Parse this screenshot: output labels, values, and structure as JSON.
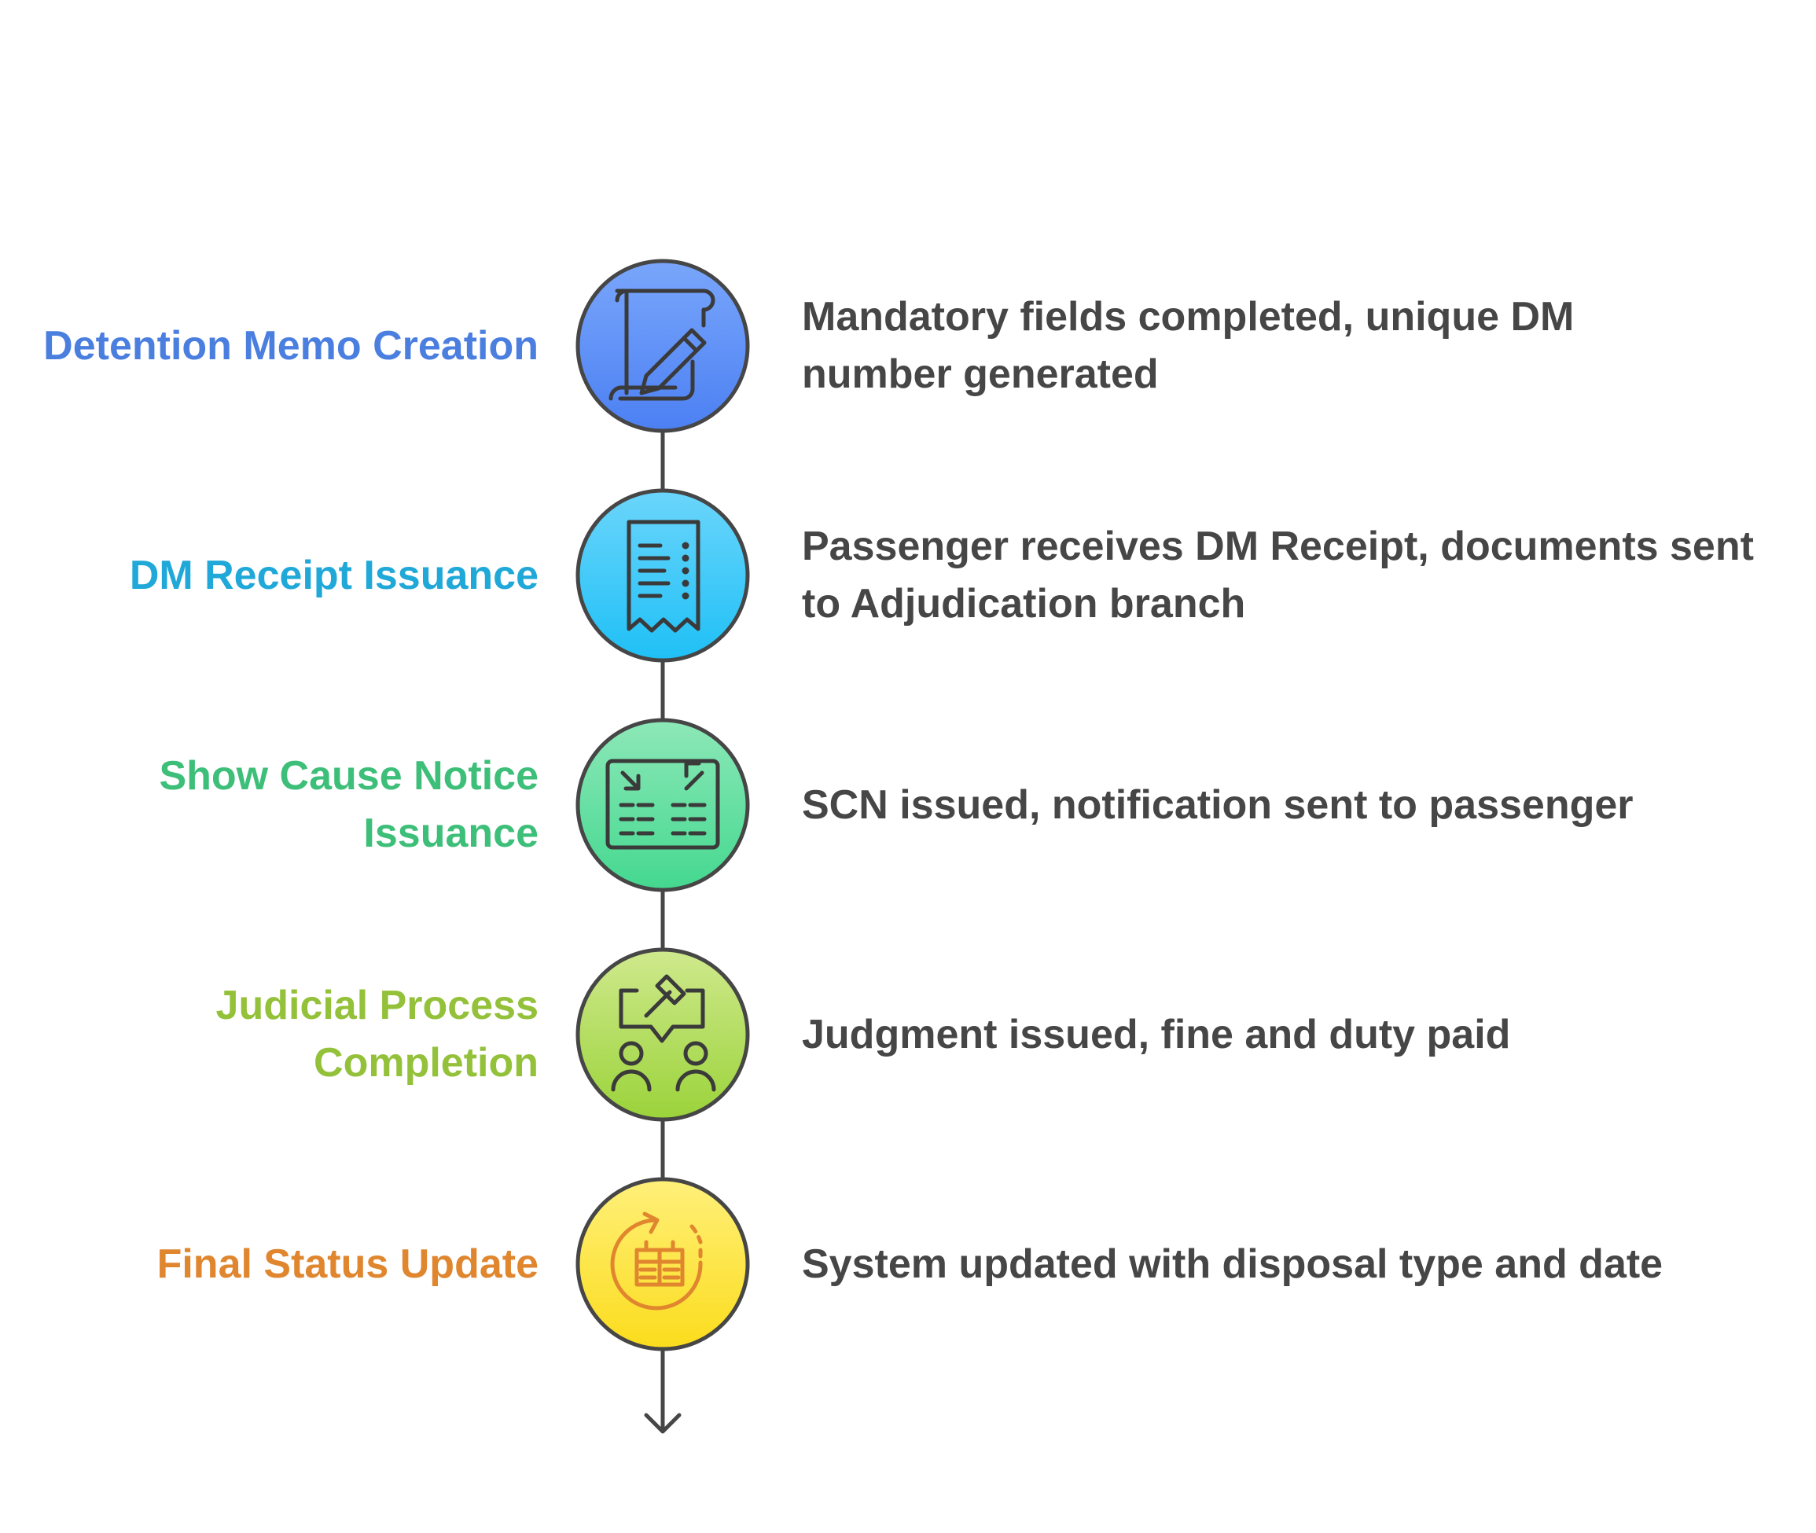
{
  "colors": {
    "line": "#464646",
    "outline": "#464646",
    "icon": "#3a3a3a"
  },
  "steps": [
    {
      "label": "Detention Memo Creation",
      "description": "Mandatory fields completed, unique DM number generated",
      "icon": "scroll-pen-icon",
      "text_color": "#4a7fe0",
      "fill_top": "#79a6fb",
      "fill_bottom": "#4c80f3"
    },
    {
      "label": "DM Receipt Issuance",
      "description": "Passenger receives DM Receipt, documents sent to Adjudication branch",
      "icon": "receipt-icon",
      "text_color": "#1fa8d8",
      "fill_top": "#6bd5fb",
      "fill_bottom": "#1fc0f6"
    },
    {
      "label": "Show Cause Notice Issuance",
      "description": "SCN issued, notification sent to passenger",
      "icon": "notice-board-icon",
      "text_color": "#3ebf79",
      "fill_top": "#8de8b8",
      "fill_bottom": "#44d88f"
    },
    {
      "label": "Judicial Process Completion",
      "description": "Judgment issued, fine and duty paid",
      "icon": "gavel-people-icon",
      "text_color": "#94c13a",
      "fill_top": "#cfe98d",
      "fill_bottom": "#9bd33a"
    },
    {
      "label": "Final Status Update",
      "description": "System updated with disposal type and date",
      "icon": "refresh-calendar-icon",
      "text_color": "#e0862f",
      "fill_top": "#fff07a",
      "fill_bottom": "#fbdc1c"
    }
  ]
}
